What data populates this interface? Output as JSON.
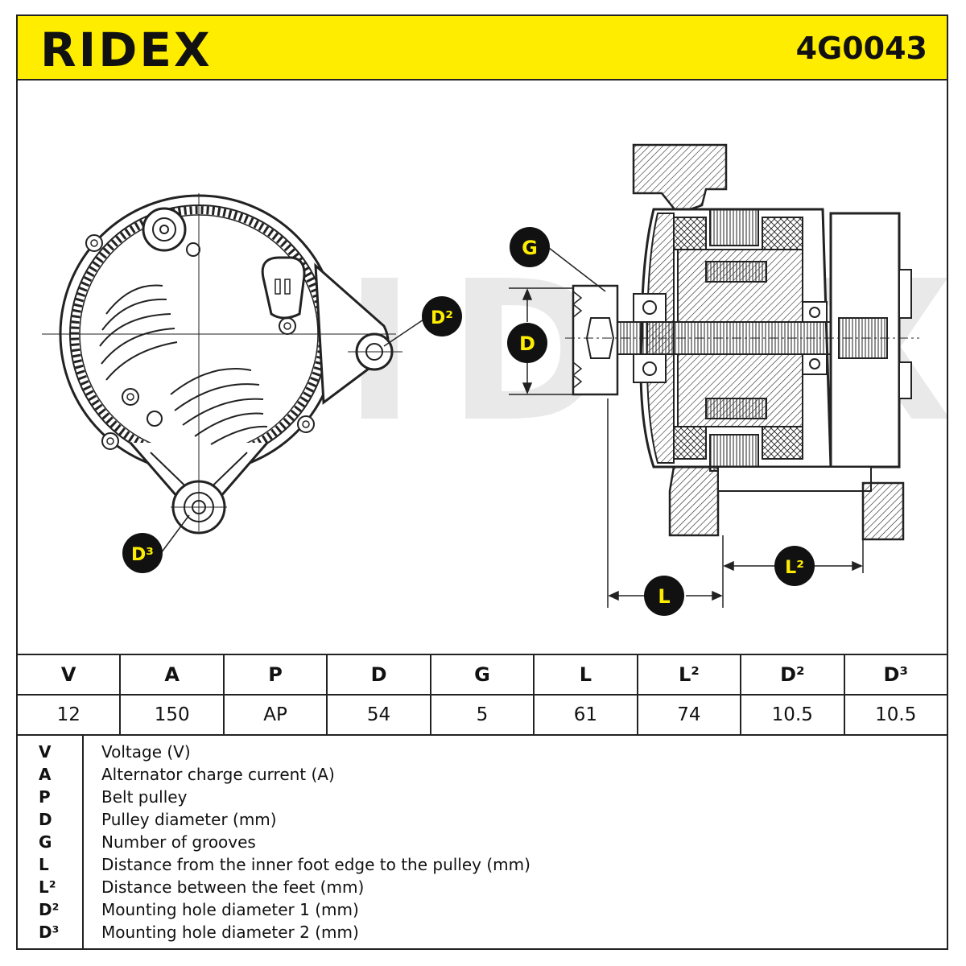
{
  "header": {
    "brand": "RIDEX",
    "part_number": "4G0043",
    "background_color": "#ffed00"
  },
  "drawing": {
    "callouts": {
      "g": "G",
      "d": "D",
      "d2": "D²",
      "d3": "D³",
      "l": "L",
      "l2": "L²"
    },
    "watermark": "RIDEX"
  },
  "spec_table": {
    "headers": [
      "V",
      "A",
      "P",
      "D",
      "G",
      "L",
      "L²",
      "D²",
      "D³"
    ],
    "values": [
      "12",
      "150",
      "AP",
      "54",
      "5",
      "61",
      "74",
      "10.5",
      "10.5"
    ]
  },
  "legend": [
    {
      "key": "V",
      "desc": "Voltage (V)"
    },
    {
      "key": "A",
      "desc": "Alternator charge current (A)"
    },
    {
      "key": "P",
      "desc": "Belt pulley"
    },
    {
      "key": "D",
      "desc": "Pulley diameter (mm)"
    },
    {
      "key": "G",
      "desc": "Number of grooves"
    },
    {
      "key": "L",
      "desc": "Distance from the inner foot edge to the pulley (mm)"
    },
    {
      "key": "L²",
      "desc": "Distance between the feet (mm)"
    },
    {
      "key": "D²",
      "desc": "Mounting hole diameter 1 (mm)"
    },
    {
      "key": "D³",
      "desc": "Mounting hole diameter 2 (mm)"
    }
  ]
}
